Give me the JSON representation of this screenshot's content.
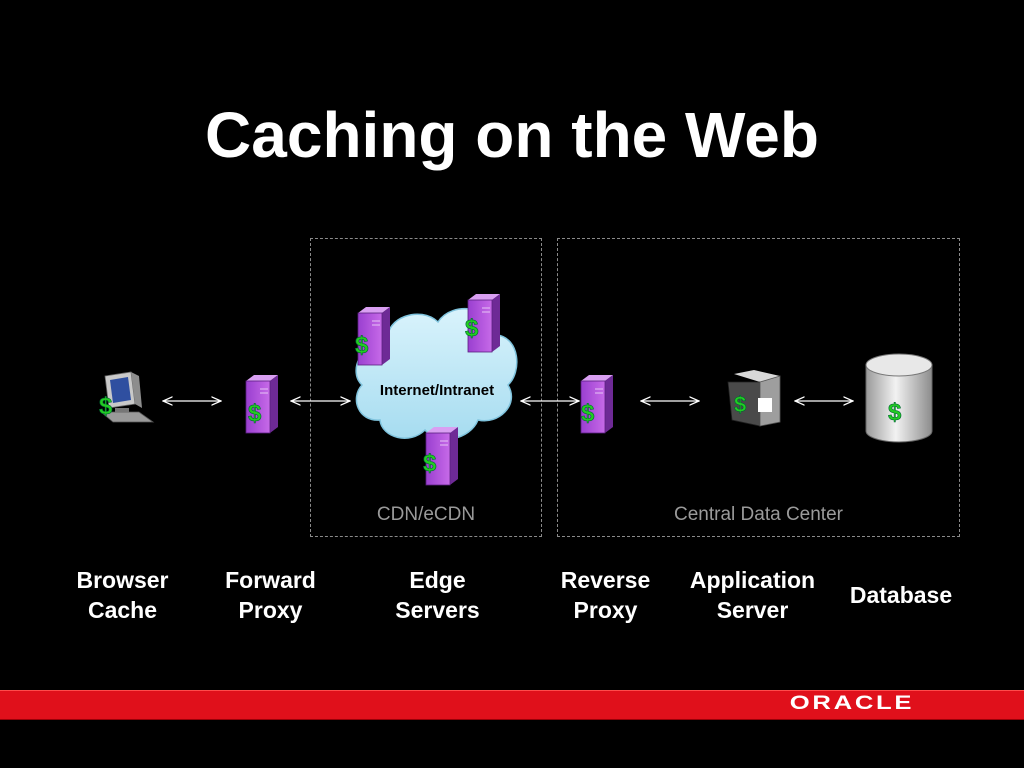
{
  "slide": {
    "title": "Caching on the Web"
  },
  "regions": {
    "cdn": {
      "label": "CDN/eCDN"
    },
    "datacenter": {
      "label": "Central Data Center"
    }
  },
  "cloud": {
    "label": "Internet/Intranet"
  },
  "tiers": [
    {
      "label": "Browser\nCache",
      "icon": "desktop-computer-icon"
    },
    {
      "label": "Forward\nProxy",
      "icon": "server-icon"
    },
    {
      "label": "Edge\nServers",
      "icon": "server-icon"
    },
    {
      "label": "Reverse\nProxy",
      "icon": "server-icon"
    },
    {
      "label": "Application\nServer",
      "icon": "application-server-icon"
    },
    {
      "label": "Database",
      "icon": "database-cylinder-icon"
    }
  ],
  "icon_glyph": "$",
  "footer": {
    "logo": "ORACLE"
  },
  "colors": {
    "background": "#000000",
    "server": "#b04fd8",
    "cloud": "#bfe8f7",
    "dollar": "#22cc22",
    "footer": "#e0101b"
  }
}
